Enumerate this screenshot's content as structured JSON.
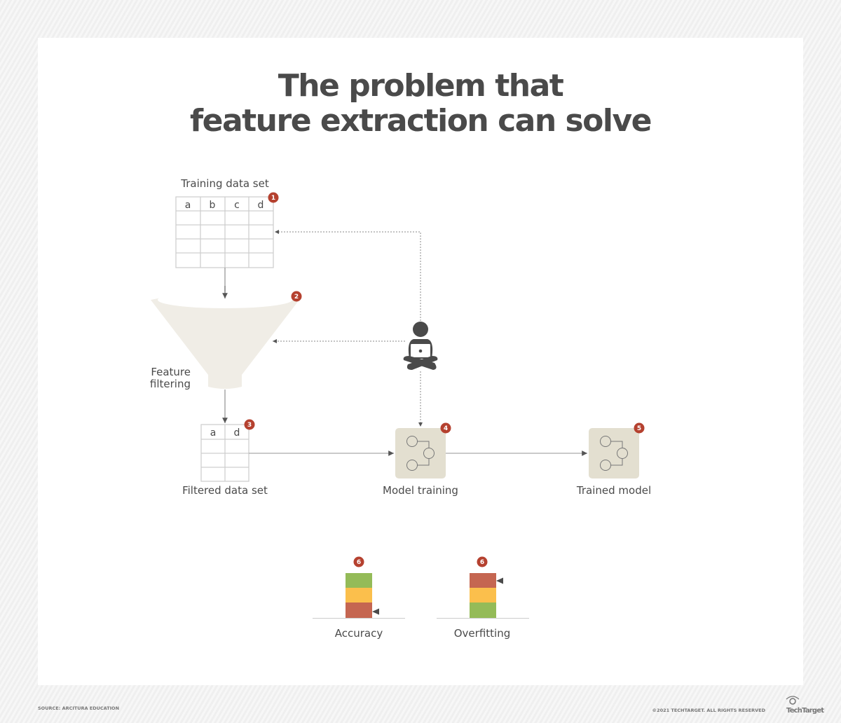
{
  "title": {
    "line1": "The problem that",
    "line2": "feature extraction can solve"
  },
  "training_set": {
    "label": "Training data set",
    "columns": [
      "a",
      "b",
      "c",
      "d"
    ],
    "badge": "1"
  },
  "funnel": {
    "label_line1": "Feature",
    "label_line2": "filtering",
    "badge": "2"
  },
  "filtered_set": {
    "label": "Filtered data set",
    "columns": [
      "a",
      "d"
    ],
    "badge": "3"
  },
  "model_training": {
    "label": "Model training",
    "badge": "4"
  },
  "trained_model": {
    "label": "Trained model",
    "badge": "5"
  },
  "meters": [
    {
      "label": "Accuracy",
      "badge": "6",
      "segments_top_to_bottom": [
        "green",
        "yellow",
        "red"
      ],
      "indicator_level": "low"
    },
    {
      "label": "Overfitting",
      "badge": "6",
      "segments_top_to_bottom": [
        "red",
        "yellow",
        "green"
      ],
      "indicator_level": "high"
    }
  ],
  "colors": {
    "badge": "#b5412f",
    "green": "#94bb58",
    "yellow": "#fbbf4c",
    "red": "#c56651",
    "model_box": "#e3dfd0",
    "funnel": "#f0ede6",
    "text": "#4a4a4a"
  },
  "footer": {
    "source": "SOURCE: ARCITURA EDUCATION",
    "copyright": "©2021 TECHTARGET. ALL RIGHTS RESERVED",
    "logo": "TechTarget"
  }
}
